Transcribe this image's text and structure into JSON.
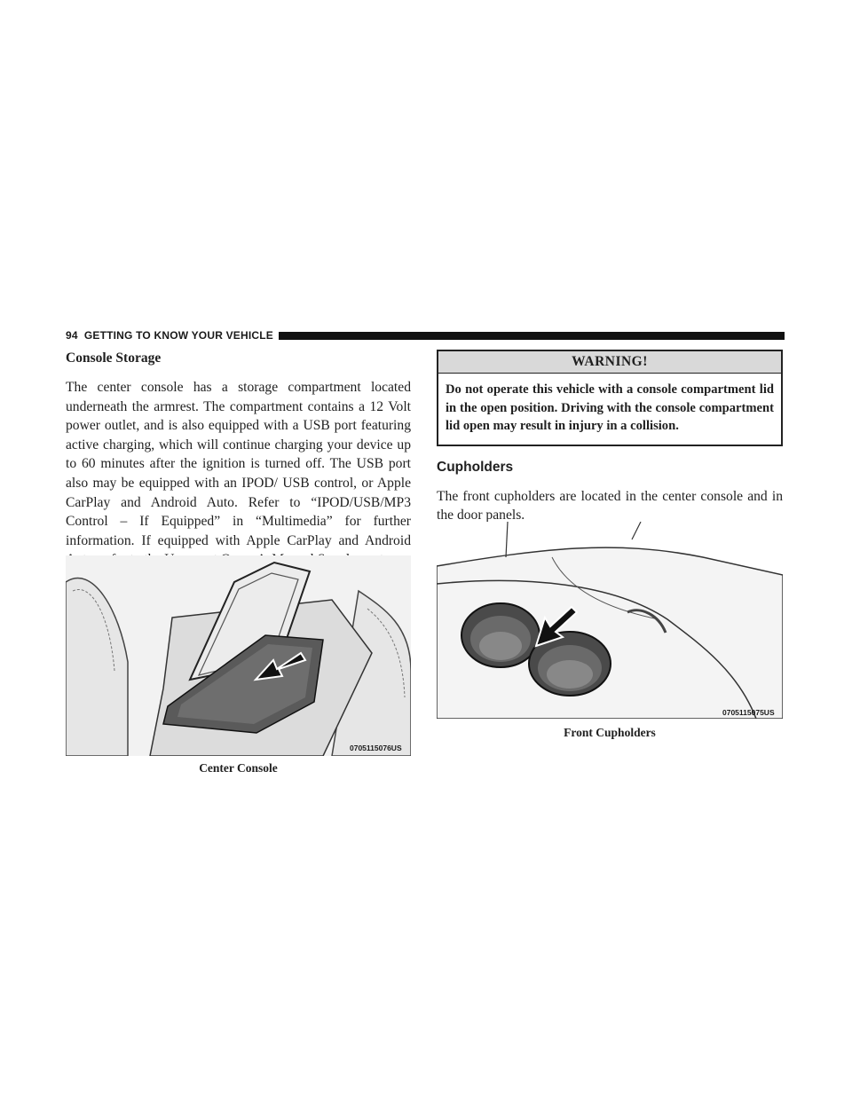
{
  "header": {
    "page_number": "94",
    "section_title": "GETTING TO KNOW YOUR VEHICLE"
  },
  "console_storage": {
    "heading": "Console Storage",
    "body": "The center console has a storage compartment located underneath the armrest. The compartment contains a 12 Volt power outlet, and is also equipped with a USB port featuring active charging, which will continue charging your device up to 60 minutes after the ignition is turned off. The USB port also may be equipped with an IPOD/ USB control, or Apple CarPlay and Android Auto. Refer to “IPOD/USB/MP3 Control – If Equipped” in “Multimedia” for further information. If equipped with Apple CarPlay and Android Auto, refer to the Uconnect Owner’s Manual Supplement."
  },
  "warning": {
    "title": "WARNING!",
    "text": "Do not operate this vehicle with a console compartment lid in the open position. Driving with the console compartment lid open may result in injury in a collision."
  },
  "cupholders": {
    "heading": "Cupholders",
    "body": "The front cupholders are located in the center console and in the door panels."
  },
  "figures": {
    "center_console": {
      "code": "0705115076US",
      "caption": "Center Console"
    },
    "front_cupholders": {
      "code": "0705115075US",
      "caption": "Front Cupholders"
    }
  }
}
